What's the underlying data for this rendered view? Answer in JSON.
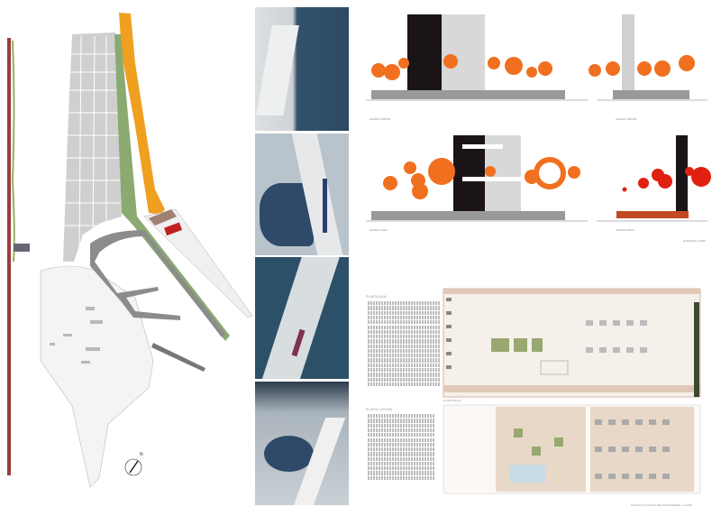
{
  "site_plan": {
    "north_label": "N",
    "colors": {
      "beach": "#f0a020",
      "park": "#8aaa70",
      "city": "#c8c8c8",
      "port": "#8c8c8c",
      "highlight": "#c02020",
      "section_bar": "#9a3c3c"
    }
  },
  "elevations": {
    "labels": [
      "ALZADO NORTE",
      "ALZADO OESTE",
      "ALZADO SUR",
      "ALZADO ESTE"
    ],
    "scale_note": "ALZADOS e:1/200",
    "colors": {
      "circles": "#f07020",
      "circles_red": "#e02010",
      "facade_dark": "#1a1418"
    }
  },
  "plans": {
    "ground_floor_title": "PLANTA BAJA",
    "first_floor_title": "PLANTA 1 (ROSA)",
    "ground_floor_caption": "PLANTA BAJA",
    "footer_note": "ZOCALO PLANTA BAJA/PRIMERA e:1/200"
  }
}
